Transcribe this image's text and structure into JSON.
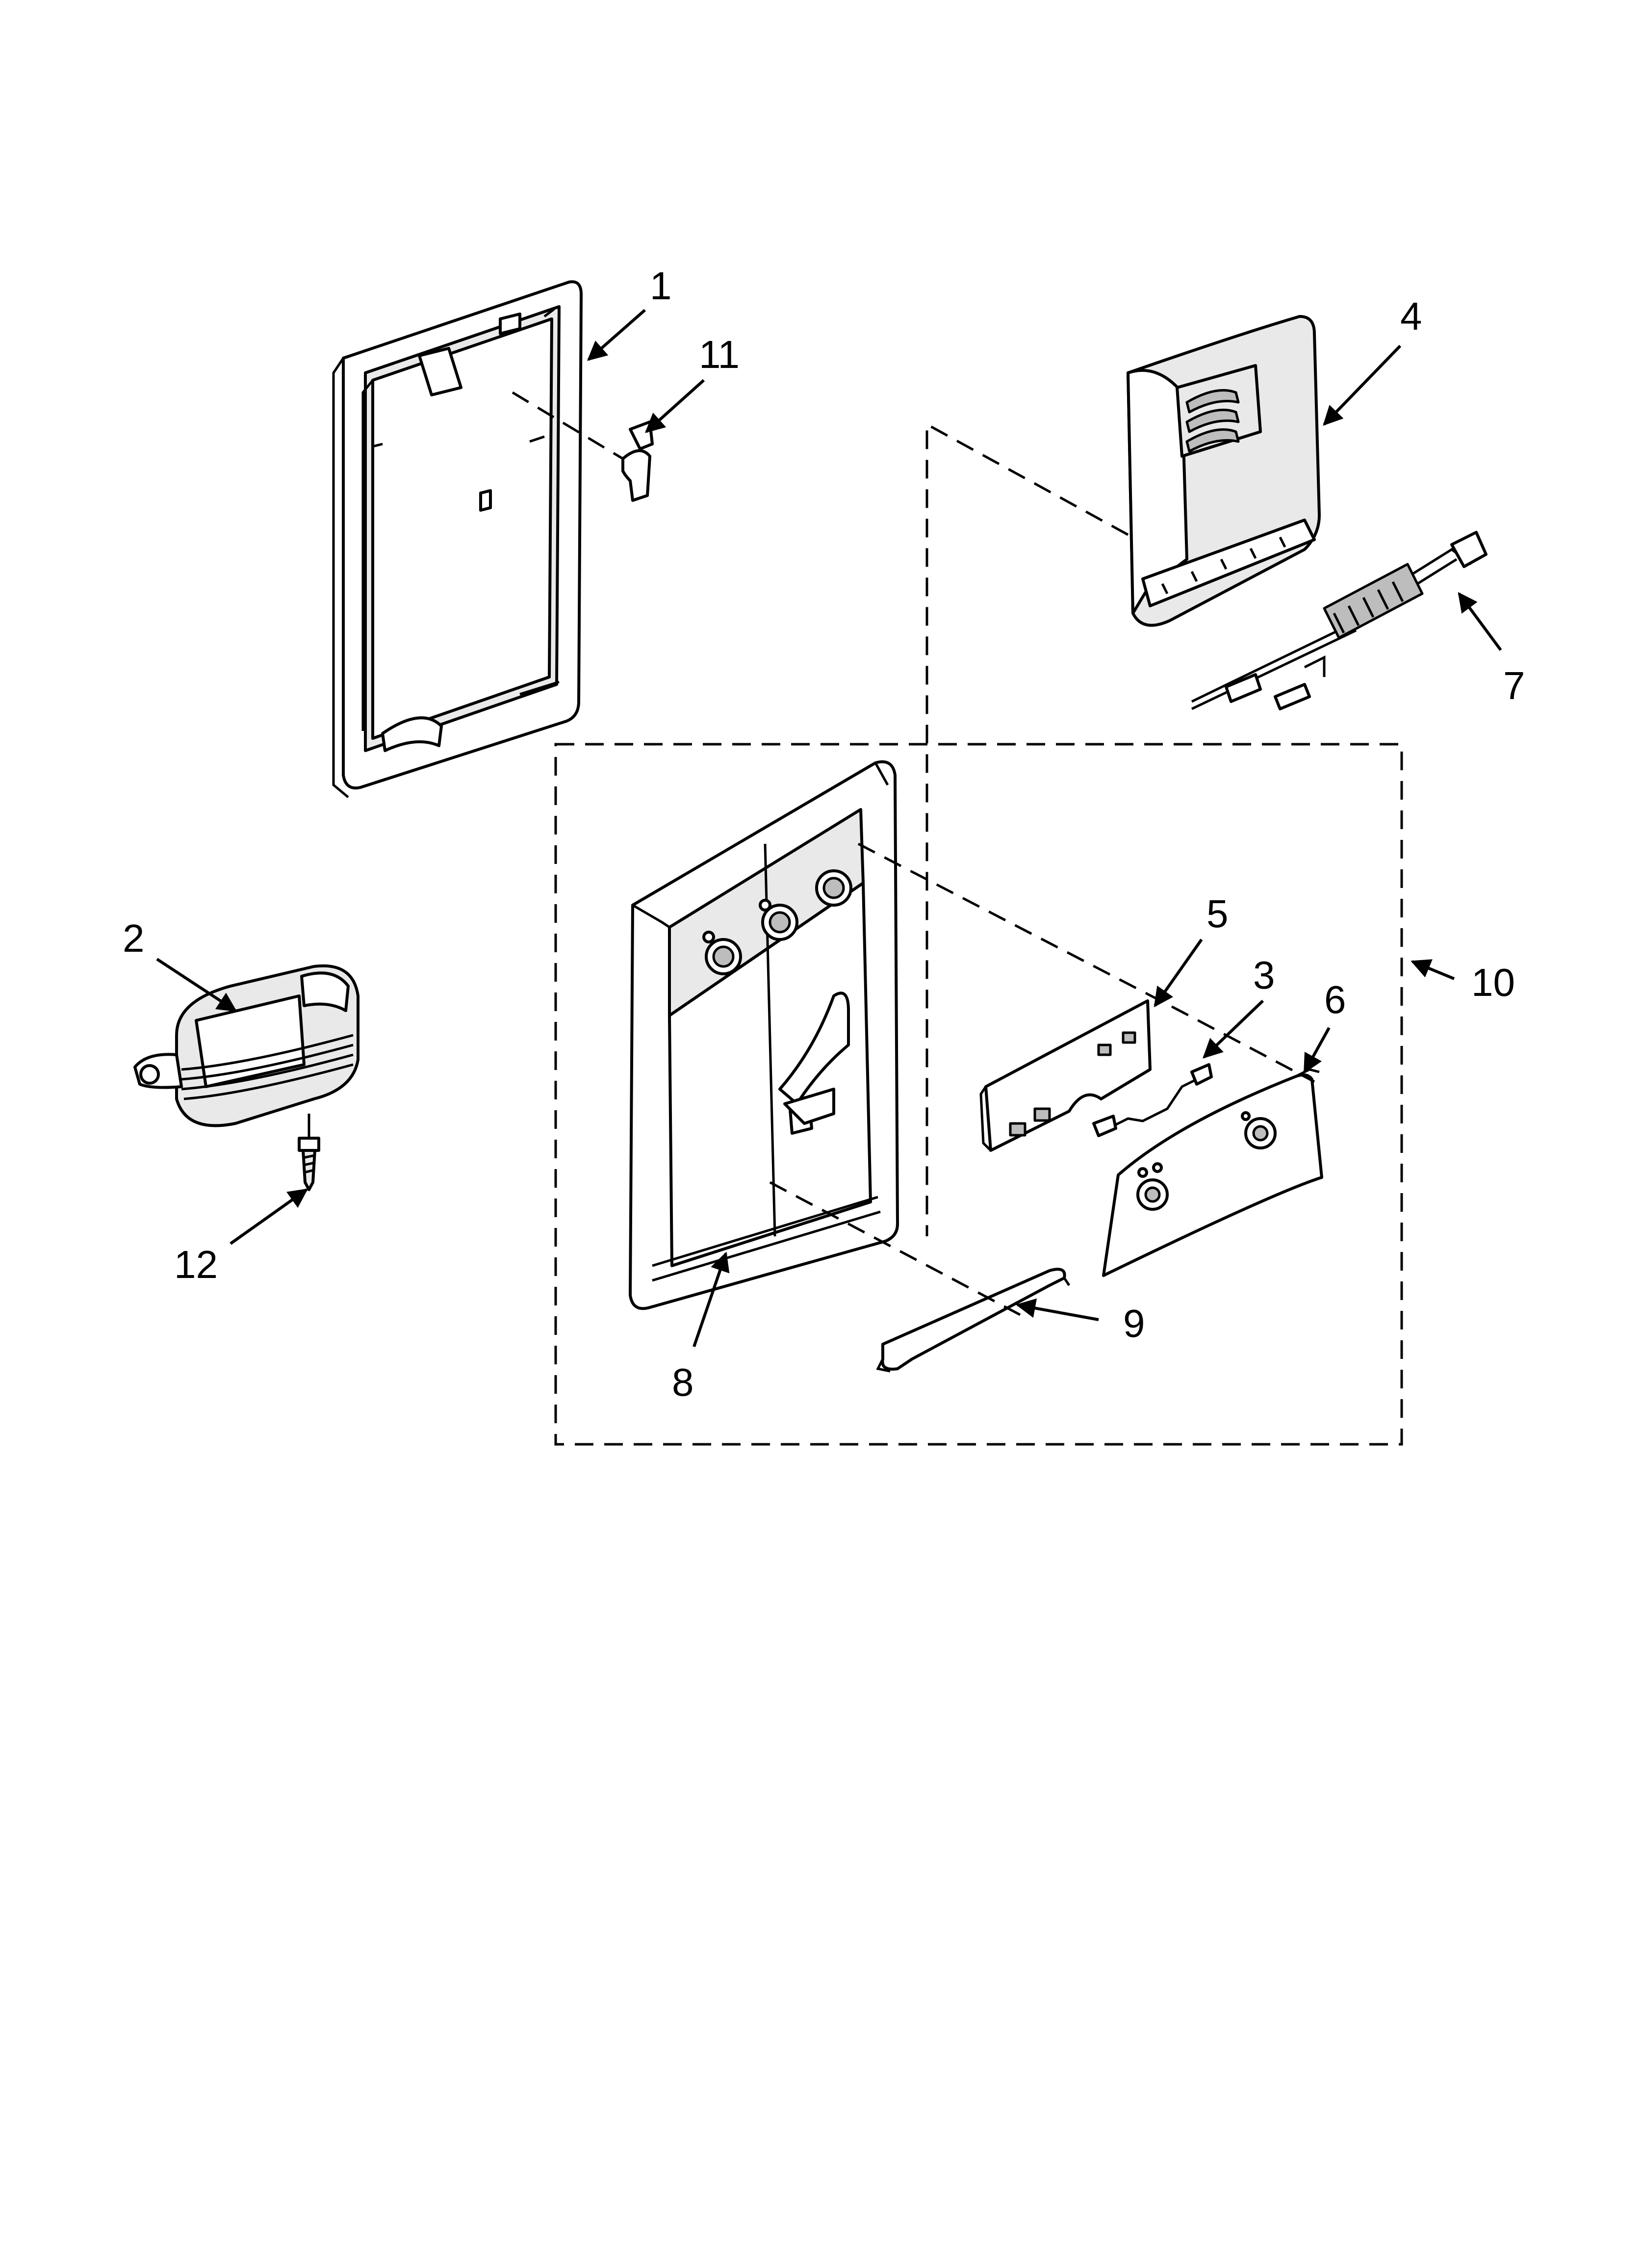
{
  "diagram": {
    "parts": [
      {
        "id": "part-1",
        "label": "1"
      },
      {
        "id": "part-2",
        "label": "2"
      },
      {
        "id": "part-3",
        "label": "3"
      },
      {
        "id": "part-4",
        "label": "4"
      },
      {
        "id": "part-5",
        "label": "5"
      },
      {
        "id": "part-6",
        "label": "6"
      },
      {
        "id": "part-7",
        "label": "7"
      },
      {
        "id": "part-8",
        "label": "8"
      },
      {
        "id": "part-9",
        "label": "9"
      },
      {
        "id": "part-10",
        "label": "10"
      },
      {
        "id": "part-11",
        "label": "11"
      },
      {
        "id": "part-12",
        "label": "12"
      }
    ]
  }
}
